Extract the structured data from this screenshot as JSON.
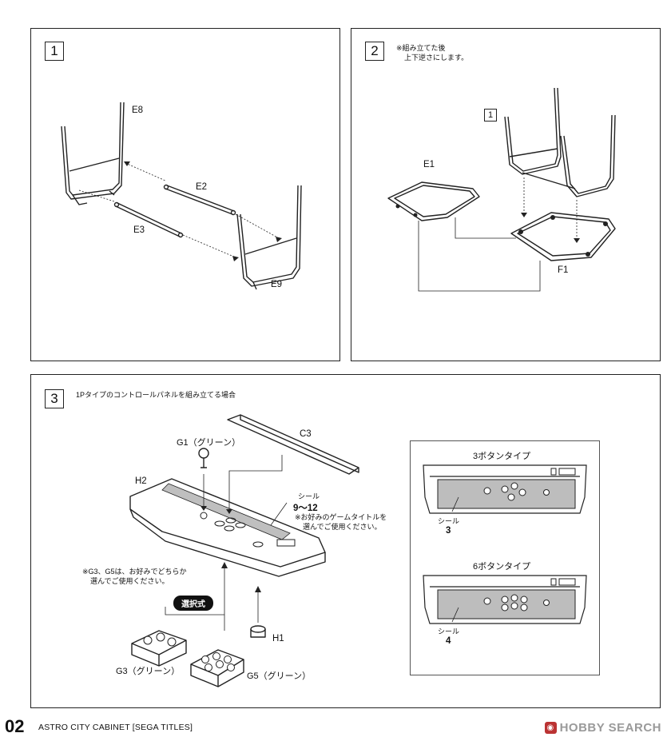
{
  "steps": [
    {
      "number": "1",
      "labels": {
        "e8": "E8",
        "e2": "E2",
        "e3": "E3",
        "e9": "E9"
      }
    },
    {
      "number": "2",
      "note_line1": "※組み立てた後",
      "note_line2": "上下逆さにします。",
      "ref": "1",
      "labels": {
        "e1": "E1",
        "f1": "F1"
      }
    },
    {
      "number": "3",
      "heading": "1Pタイプのコントロールパネルを組み立てる場合",
      "labels": {
        "c3": "C3",
        "g1": "G1（グリーン）",
        "h2": "H2",
        "seal": "シール",
        "seal_range": "9〜12",
        "h1": "H1",
        "g3": "G3（グリーン）",
        "g5": "G5（グリーン）"
      },
      "seal_note_line1": "※お好みのゲームタイトルを",
      "seal_note_line2": "選んでご使用ください。",
      "g_note_line1": "※G3、G5は、お好みでどちらか",
      "g_note_line2": "選んでご使用ください。",
      "selectable": "選択式",
      "variants": [
        {
          "title": "3ボタンタイプ",
          "seal": "シール",
          "seal_number": "3"
        },
        {
          "title": "6ボタンタイプ",
          "seal": "シール",
          "seal_number": "4"
        }
      ]
    }
  ],
  "footer": {
    "page_number": "02",
    "title": "ASTRO CITY CABINET [SEGA TITLES]",
    "brand": "HOBBY SEARCH",
    "brand_icon": "camera-icon"
  }
}
